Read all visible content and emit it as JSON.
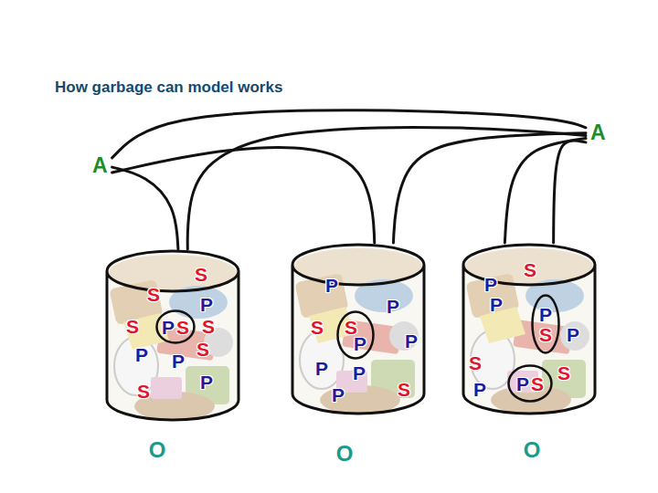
{
  "diagram": {
    "title": "How garbage can model works",
    "nodes": [
      {
        "text": [
          "A"
        ]
      },
      {
        "text": [
          "A"
        ]
      },
      {
        "text": [
          "S",
          "S",
          "P",
          "S",
          "S",
          "S",
          "P",
          "P",
          "P",
          "S",
          "O"
        ]
      },
      {
        "text": [
          "P",
          "S"
        ],
        "in": 2
      },
      {
        "text": [
          "P",
          "P",
          "S",
          "P",
          "P",
          "P",
          "S",
          "P",
          "O"
        ]
      },
      {
        "text": [
          "S",
          "P"
        ],
        "in": 4
      },
      {
        "text": [
          "S",
          "P",
          "P",
          "P",
          "S",
          "S",
          "P",
          "O"
        ]
      },
      {
        "text": [
          "P",
          "S"
        ],
        "in": 6
      },
      {
        "text": [
          "P",
          "S"
        ],
        "in": 6
      }
    ],
    "edges": [
      {
        "from": 0,
        "to": 2,
        "arrow": "none"
      },
      {
        "from": 0,
        "to": 4,
        "arrow": "none"
      },
      {
        "from": 0,
        "to": 1,
        "arrow": "none"
      },
      {
        "from": 1,
        "to": 2,
        "arrow": "none"
      },
      {
        "from": 1,
        "to": 4,
        "arrow": "none"
      },
      {
        "from": 1,
        "to": 6,
        "arrow": "none"
      },
      {
        "from": 1,
        "to": 6,
        "arrow": "none"
      }
    ]
  }
}
